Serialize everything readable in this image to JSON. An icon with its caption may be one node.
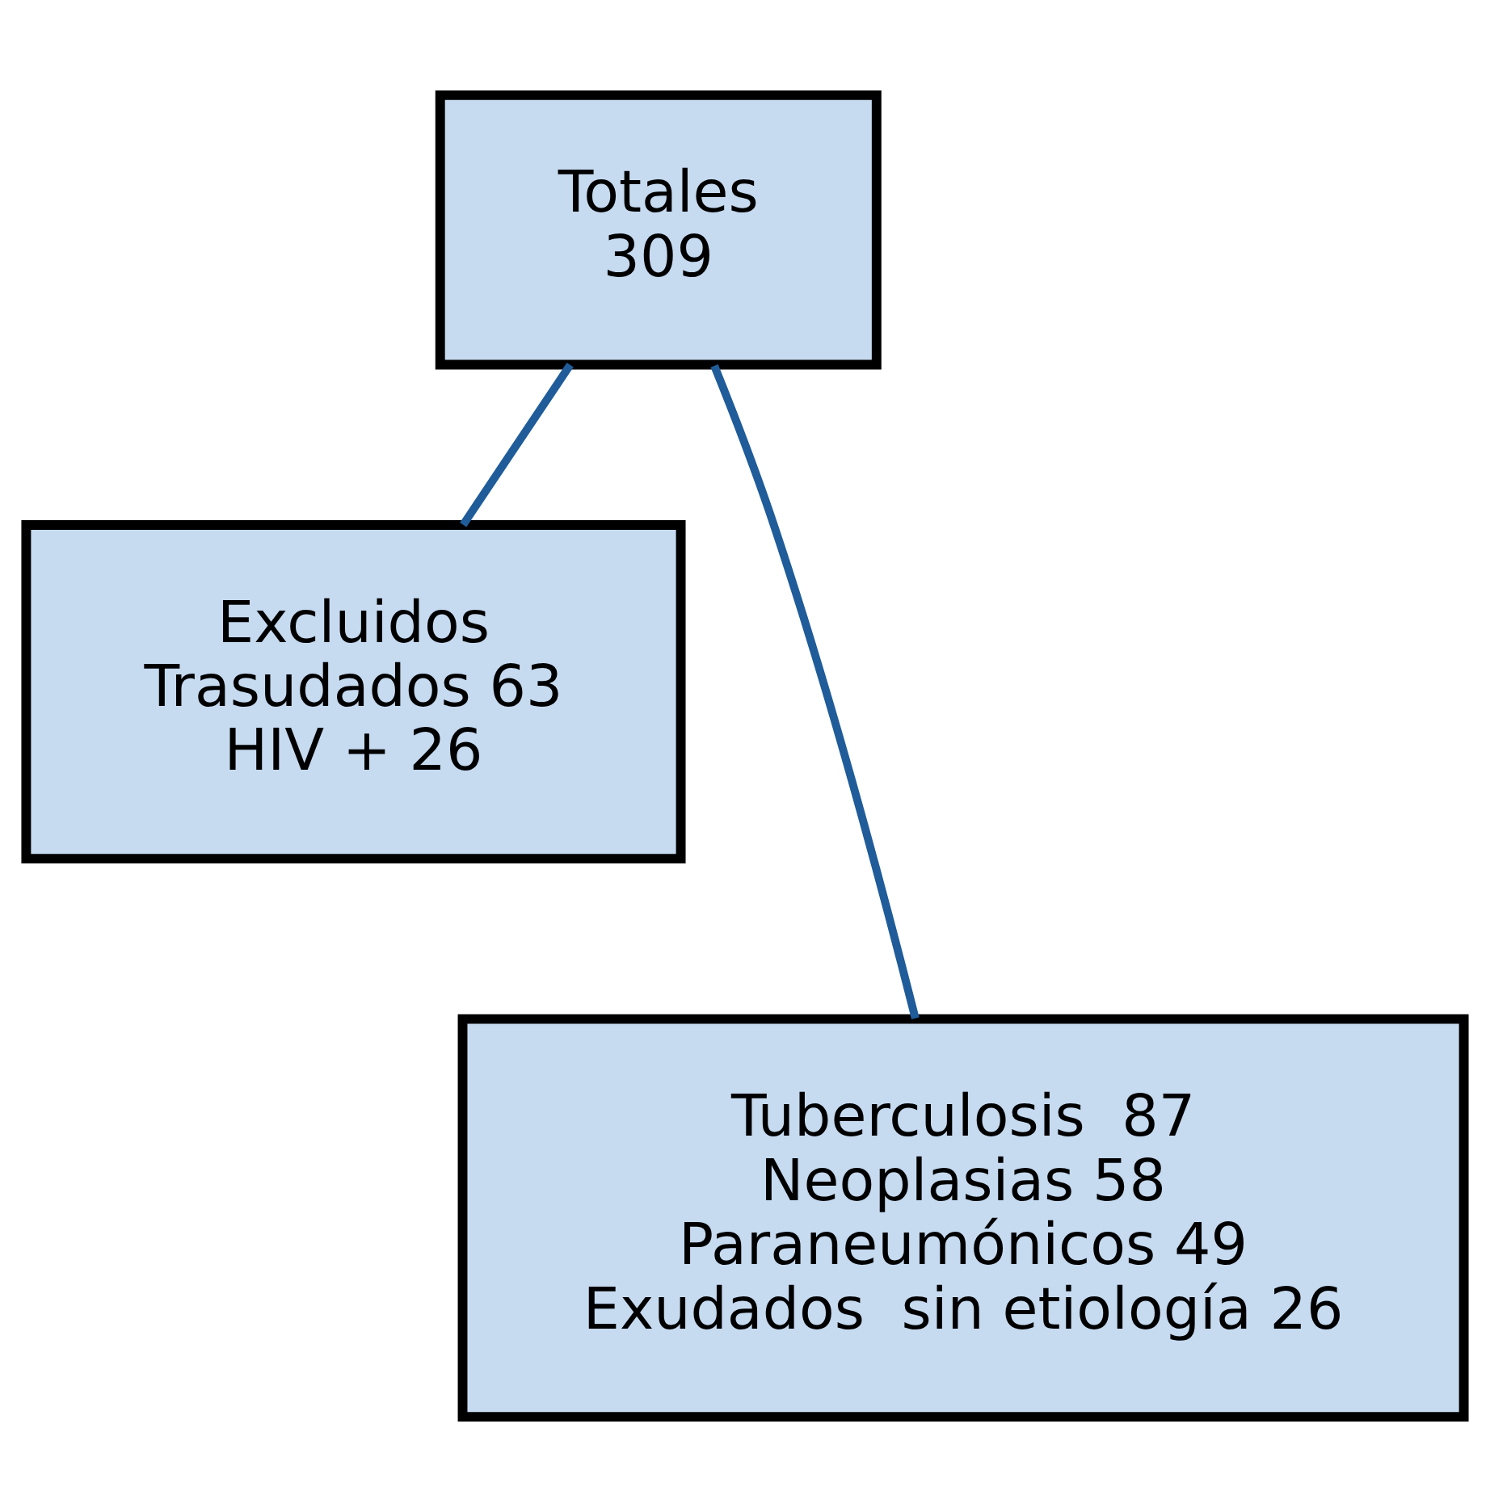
{
  "diagram": {
    "nodes": [
      {
        "text": [
          "Totales",
          "309"
        ]
      },
      {
        "text": [
          "Excluidos",
          "Trasudados 63",
          "HIV + 26"
        ]
      },
      {
        "text": [
          "Tuberculosis  87",
          "Neoplasias 58",
          "Paraneumónicos 49",
          "Exudados  sin etiología 26"
        ]
      }
    ],
    "edges": [
      {
        "from": 0,
        "to": 1,
        "arrow": "none"
      },
      {
        "from": 0,
        "to": 2,
        "arrow": "none"
      }
    ]
  }
}
